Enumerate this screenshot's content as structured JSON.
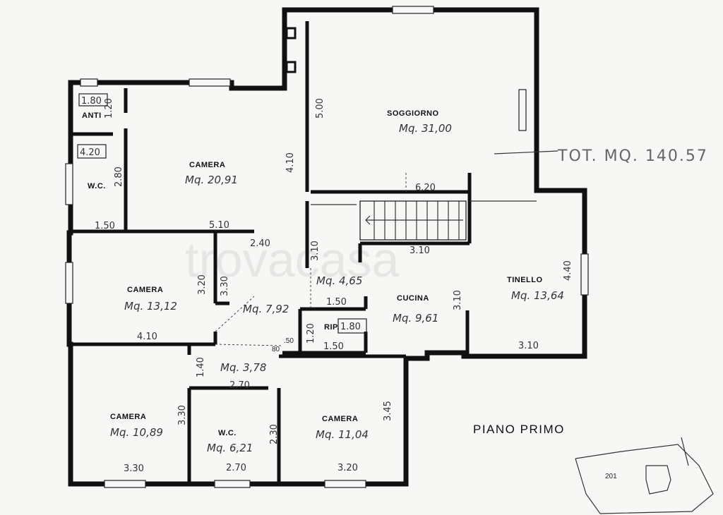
{
  "plan": {
    "total": "TOT. MQ. 140.57",
    "floor_title": "PIANO PRIMO",
    "watermark": "trovacasa",
    "map_label": "201",
    "rooms": {
      "anti": {
        "name": "ANTI",
        "box": "1.80",
        "dim": "1.20"
      },
      "wc1": {
        "name": "W.C.",
        "box": "4.20",
        "dim_v": "2.80",
        "dim_h": "1.50"
      },
      "camera1": {
        "name": "CAMERA",
        "area": "Mq. 20,91",
        "dim_v": "4.10",
        "dim_h": "5.10",
        "dim_h2": "5.00"
      },
      "soggiorno": {
        "name": "SOGGIORNO",
        "area": "Mq. 31,00",
        "dim_h": "6.20"
      },
      "camera2": {
        "name": "CAMERA",
        "area": "Mq. 13,12",
        "dim_v": "3.20",
        "dim_h": "4.10",
        "dim_v2": "3.30"
      },
      "disimpegno": {
        "area": "Mq. 7,92",
        "dim": "2.40"
      },
      "disimpegno2": {
        "area": "Mq. 4,65",
        "dim_v": "3.10",
        "dim_h": "1.50"
      },
      "rip": {
        "name": "RIP.",
        "box": "1.80",
        "dim_v": "1.20",
        "dim_h": "1.50"
      },
      "cucina": {
        "name": "CUCINA",
        "area": "Mq. 9,61",
        "dim_v": "3.10",
        "dim_h": "3.10"
      },
      "tinello": {
        "name": "TINELLO",
        "area": "Mq. 13,64",
        "dim_v": "4.40",
        "dim_h": "3.10"
      },
      "hall": {
        "area": "Mq. 3,78",
        "dim_h": "2.70",
        "dim_v": "1.40",
        "dim_s": ".50",
        "dim_s2": "80"
      },
      "camera3": {
        "name": "CAMERA",
        "area": "Mq. 10,89",
        "dim_v": "3.30",
        "dim_h": "3.30"
      },
      "wc2": {
        "name": "W.C.",
        "area": "Mq. 6,21",
        "dim_v": "2.30",
        "dim_h": "2.70"
      },
      "camera4": {
        "name": "CAMERA",
        "area": "Mq. 11,04",
        "dim_v": "3.45",
        "dim_h": "3.20"
      }
    }
  }
}
